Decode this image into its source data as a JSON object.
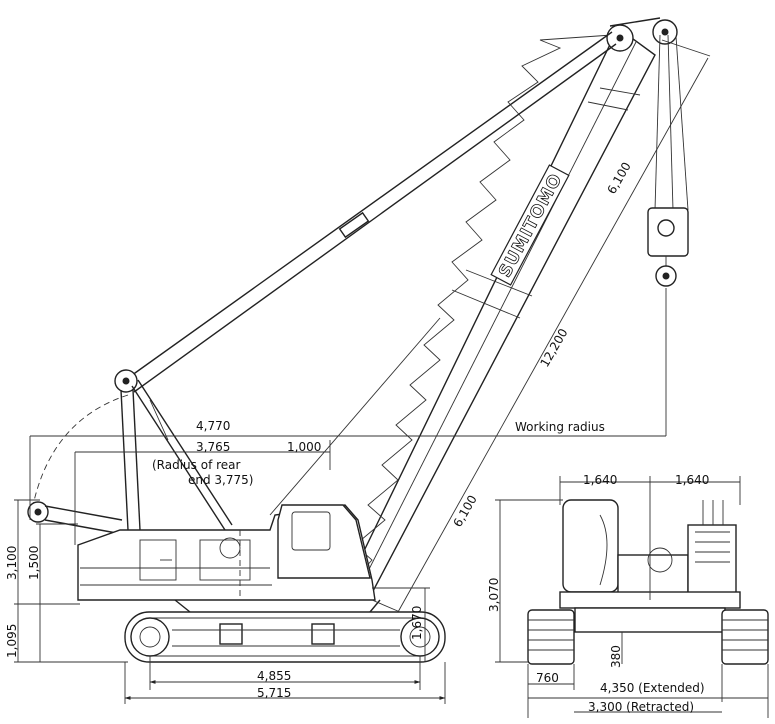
{
  "brand": "SUMITOMO",
  "side_view": {
    "dimensions": {
      "jib_top": "6,100",
      "boom_total": "12,200",
      "boom_lower": "6,100",
      "working_radius": "Working radius",
      "overall_rear": "4,770",
      "rear_to_pin": "3,765",
      "pin_offset": "1,000",
      "rear_radius_line1": "(Radius of rear",
      "rear_radius_line2": "end 3,775)",
      "height_total": "3,100",
      "height_upper": "1,500",
      "height_lower": "1,095",
      "pin_height": "1,670",
      "tumbler_center": "4,855",
      "track_length": "5,715"
    }
  },
  "rear_view": {
    "dimensions": {
      "half_width_left": "1,640",
      "half_width_right": "1,640",
      "height": "3,070",
      "clearance": "380",
      "shoe_width": "760",
      "gauge_extended": "4,350 (Extended)",
      "gauge_retracted": "3,300 (Retracted)"
    }
  }
}
